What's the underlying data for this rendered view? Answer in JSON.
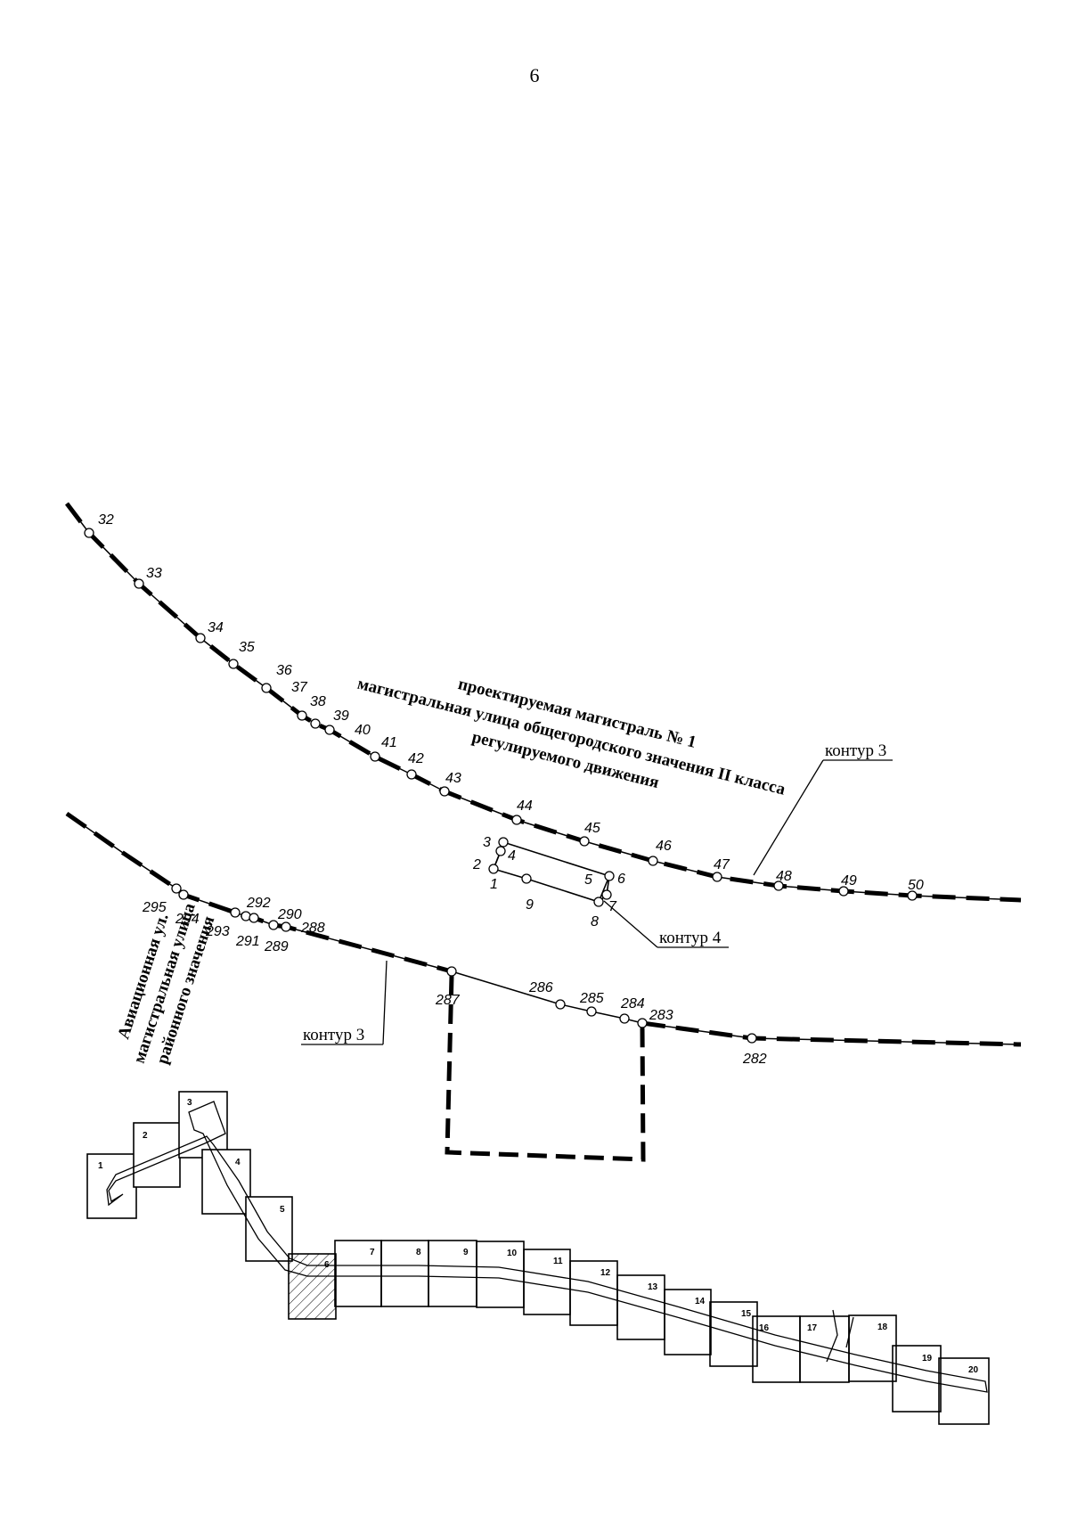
{
  "page_number": "6",
  "road_label": {
    "line1": "проектируемая магистраль № 1",
    "line2": "магистральная улица общегородского значения II класса",
    "line3": "регулируемого движения"
  },
  "side_street_label": {
    "line1": "Авиационная ул.",
    "line2": "магистральная улица",
    "line3": "районного значения"
  },
  "kontur_labels": {
    "upper_right": "контур 3",
    "small_parcel": "контур 4",
    "lower_left": "контур 3"
  },
  "upper_boundary_points": [
    "32",
    "33",
    "34",
    "35",
    "36",
    "37",
    "38",
    "39",
    "40",
    "41",
    "42",
    "43",
    "44",
    "45",
    "46",
    "47",
    "48",
    "49",
    "50"
  ],
  "lower_boundary_points": [
    "295",
    "294",
    "293",
    "292",
    "291",
    "290",
    "289",
    "288",
    "287",
    "286",
    "285",
    "284",
    "283",
    "282"
  ],
  "parcel_points": [
    "1",
    "2",
    "3",
    "4",
    "5",
    "6",
    "7",
    "8",
    "9"
  ],
  "index_sheets": [
    "1",
    "2",
    "3",
    "4",
    "5",
    "6",
    "7",
    "8",
    "9",
    "10",
    "11",
    "12",
    "13",
    "14",
    "15",
    "16",
    "17",
    "18",
    "19",
    "20"
  ],
  "highlighted_sheet": "6"
}
